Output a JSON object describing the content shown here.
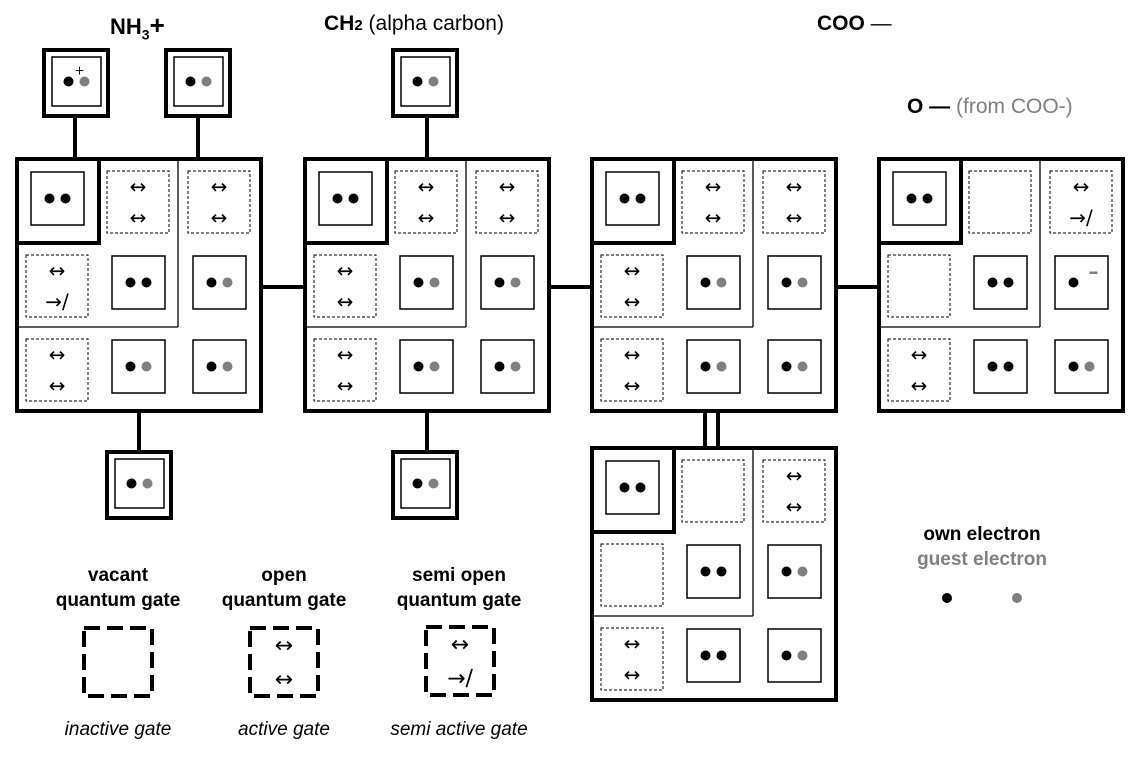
{
  "diagram": {
    "title_labels": {
      "nh3": {
        "main": "NH",
        "sub": "3",
        "suffix": "+"
      },
      "ch2": {
        "main": "CH",
        "sub": "2",
        "suffix": " (alpha carbon)"
      },
      "coo": {
        "main": "COO",
        "suffix": " —"
      },
      "o_minus": {
        "main": "O —",
        "suffix": " (from COO-)"
      }
    },
    "symbols": {
      "bidirectional": "↔",
      "semi": "→/",
      "plus_charge": "+",
      "minus_charge": "–"
    },
    "colors": {
      "own_electron": "#000000",
      "guest_electron": "#808080",
      "line": "#000000"
    },
    "clusters": [
      {
        "id": "nh3-cluster",
        "cells": [
          [
            "core:own,own",
            "open",
            "open"
          ],
          [
            "semi",
            "own,own",
            "own,guest"
          ],
          [
            "open",
            "own,guest",
            "own,guest"
          ]
        ]
      },
      {
        "id": "ch2-cluster",
        "cells": [
          [
            "core:own,own",
            "open",
            "open"
          ],
          [
            "open",
            "own,guest",
            "own,guest"
          ],
          [
            "open",
            "own,guest",
            "own,guest"
          ]
        ]
      },
      {
        "id": "coo-cluster",
        "cells": [
          [
            "core:own,own",
            "open",
            "open"
          ],
          [
            "open",
            "own,guest",
            "own,guest"
          ],
          [
            "open",
            "own,guest",
            "own,guest"
          ]
        ]
      },
      {
        "id": "o-minus-cluster",
        "cells": [
          [
            "core:own,own",
            "vacant",
            "semi"
          ],
          [
            "vacant",
            "own,own",
            "own-minus"
          ],
          [
            "open",
            "own,own",
            "own,guest"
          ]
        ]
      },
      {
        "id": "coo-lower-cluster",
        "cells": [
          [
            "core:own,own",
            "vacant",
            "open"
          ],
          [
            "vacant",
            "own,own",
            "own,guest"
          ],
          [
            "open",
            "own,own",
            "own,guest"
          ]
        ]
      }
    ],
    "satellites": [
      {
        "id": "nh3-sat-1",
        "electrons": "own-plus,guest"
      },
      {
        "id": "nh3-sat-2",
        "electrons": "own,guest"
      },
      {
        "id": "ch2-sat-top",
        "electrons": "own,guest"
      },
      {
        "id": "nh3-sat-bottom",
        "electrons": "own,guest"
      },
      {
        "id": "ch2-sat-bottom",
        "electrons": "own,guest"
      }
    ],
    "legend": {
      "gates": [
        {
          "title_1": "vacant",
          "title_2": "quantum gate",
          "type": "vacant",
          "caption": "inactive gate"
        },
        {
          "title_1": "open",
          "title_2": "quantum gate",
          "type": "open",
          "caption": "active gate"
        },
        {
          "title_1": "semi open",
          "title_2": "quantum gate",
          "type": "semi",
          "caption": "semi active gate"
        }
      ],
      "electrons": {
        "own_label": "own electron",
        "guest_label": "guest electron"
      }
    }
  }
}
